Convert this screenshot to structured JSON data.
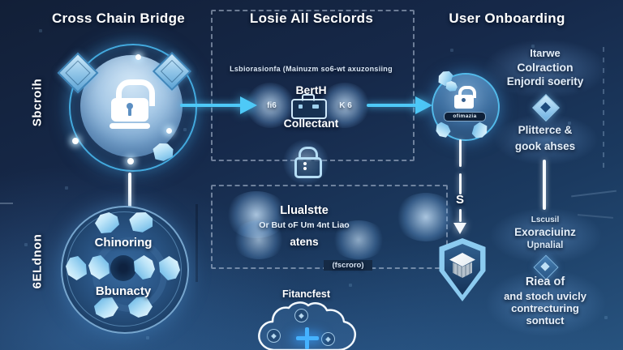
{
  "headers": {
    "left": "Cross Chain Bridge",
    "middle": "Losie All Seclords",
    "right": "User Onboarding"
  },
  "side_labels": {
    "top": "Sbcroih",
    "bottom": "6ELdnon"
  },
  "left_panel": {
    "mandala_top": "Chinoring",
    "mandala_bottom": "Bbunacty"
  },
  "box1": {
    "subtitle": "Lsbiorasionfa (Mainuzm so6-wt axuzonsiing",
    "title": "BertH",
    "left_tag": "fi6",
    "right_tag": "K 6",
    "caption": "Collectant"
  },
  "box2": {
    "title": "Llualstte",
    "subtitle": "Or But oF Um 4nt Liao",
    "footer": "atens",
    "border_label": "(fscroro)"
  },
  "cloud": {
    "label": "Fitancfest"
  },
  "onboarding": {
    "step1_line1": "Itarwe",
    "step1_line2": "Colraction",
    "step1_line3": "Enjordi soerity",
    "step2_line1": "Plitterce &",
    "step2_line2": "gook ahses",
    "step3_line1": "Lscusil",
    "step3_line2": "Exoraciuinz",
    "step3_line3": "Upnalial",
    "step4_line1": "Riea of",
    "step4_line2": "and stoch uvicly",
    "step4_line3": "contrecturing",
    "step4_line4": "sontuct"
  },
  "small_circle": {
    "badge": "ofimazia"
  },
  "flow_glyph": "S",
  "icons": {
    "cloud_badge": "◈"
  },
  "colors": {
    "background_top": "#142440",
    "background_bottom": "#2a5a8c",
    "accent_cyan": "#4ec9f7",
    "ice_blue": "#bfe4f8",
    "ring_cyan": "#43aade"
  }
}
